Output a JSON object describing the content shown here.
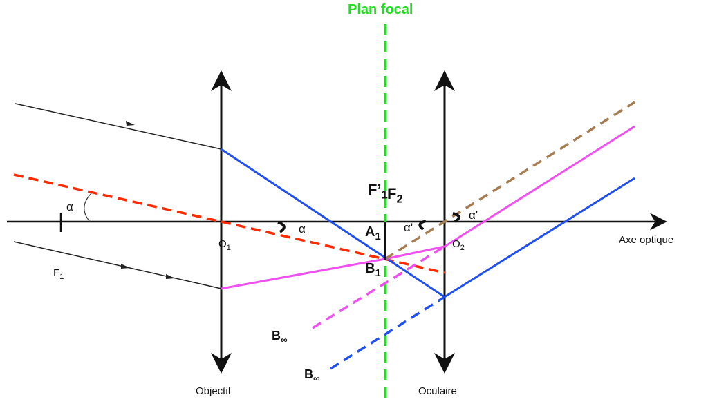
{
  "title": "Plan focal",
  "labels": {
    "f1_prime": "F’",
    "f1_prime_sub": "1",
    "f2": "F",
    "f2_sub": "2",
    "a1": "A",
    "a1_sub": "1",
    "b1": "B",
    "b1_sub": "1",
    "alpha_left": "α",
    "alpha_o1": "α",
    "alpha_prime_left": "α'",
    "alpha_prime_right": "α'",
    "o1": "O",
    "o1_sub": "1",
    "o2": "O",
    "o2_sub": "2",
    "f1": "F",
    "f1_sub": "1",
    "axis": "Axe optique",
    "objective": "Objectif",
    "eyepiece": "Oculaire",
    "b_inf_1": "B",
    "b_inf_1_sub": "∞",
    "b_inf_2": "B",
    "b_inf_2_sub": "∞"
  },
  "colors": {
    "focal": "#22dd22",
    "blue": "#1f4ff0",
    "magenta": "#f050f0",
    "red": "#ff2a00",
    "brown": "#a67c52"
  }
}
